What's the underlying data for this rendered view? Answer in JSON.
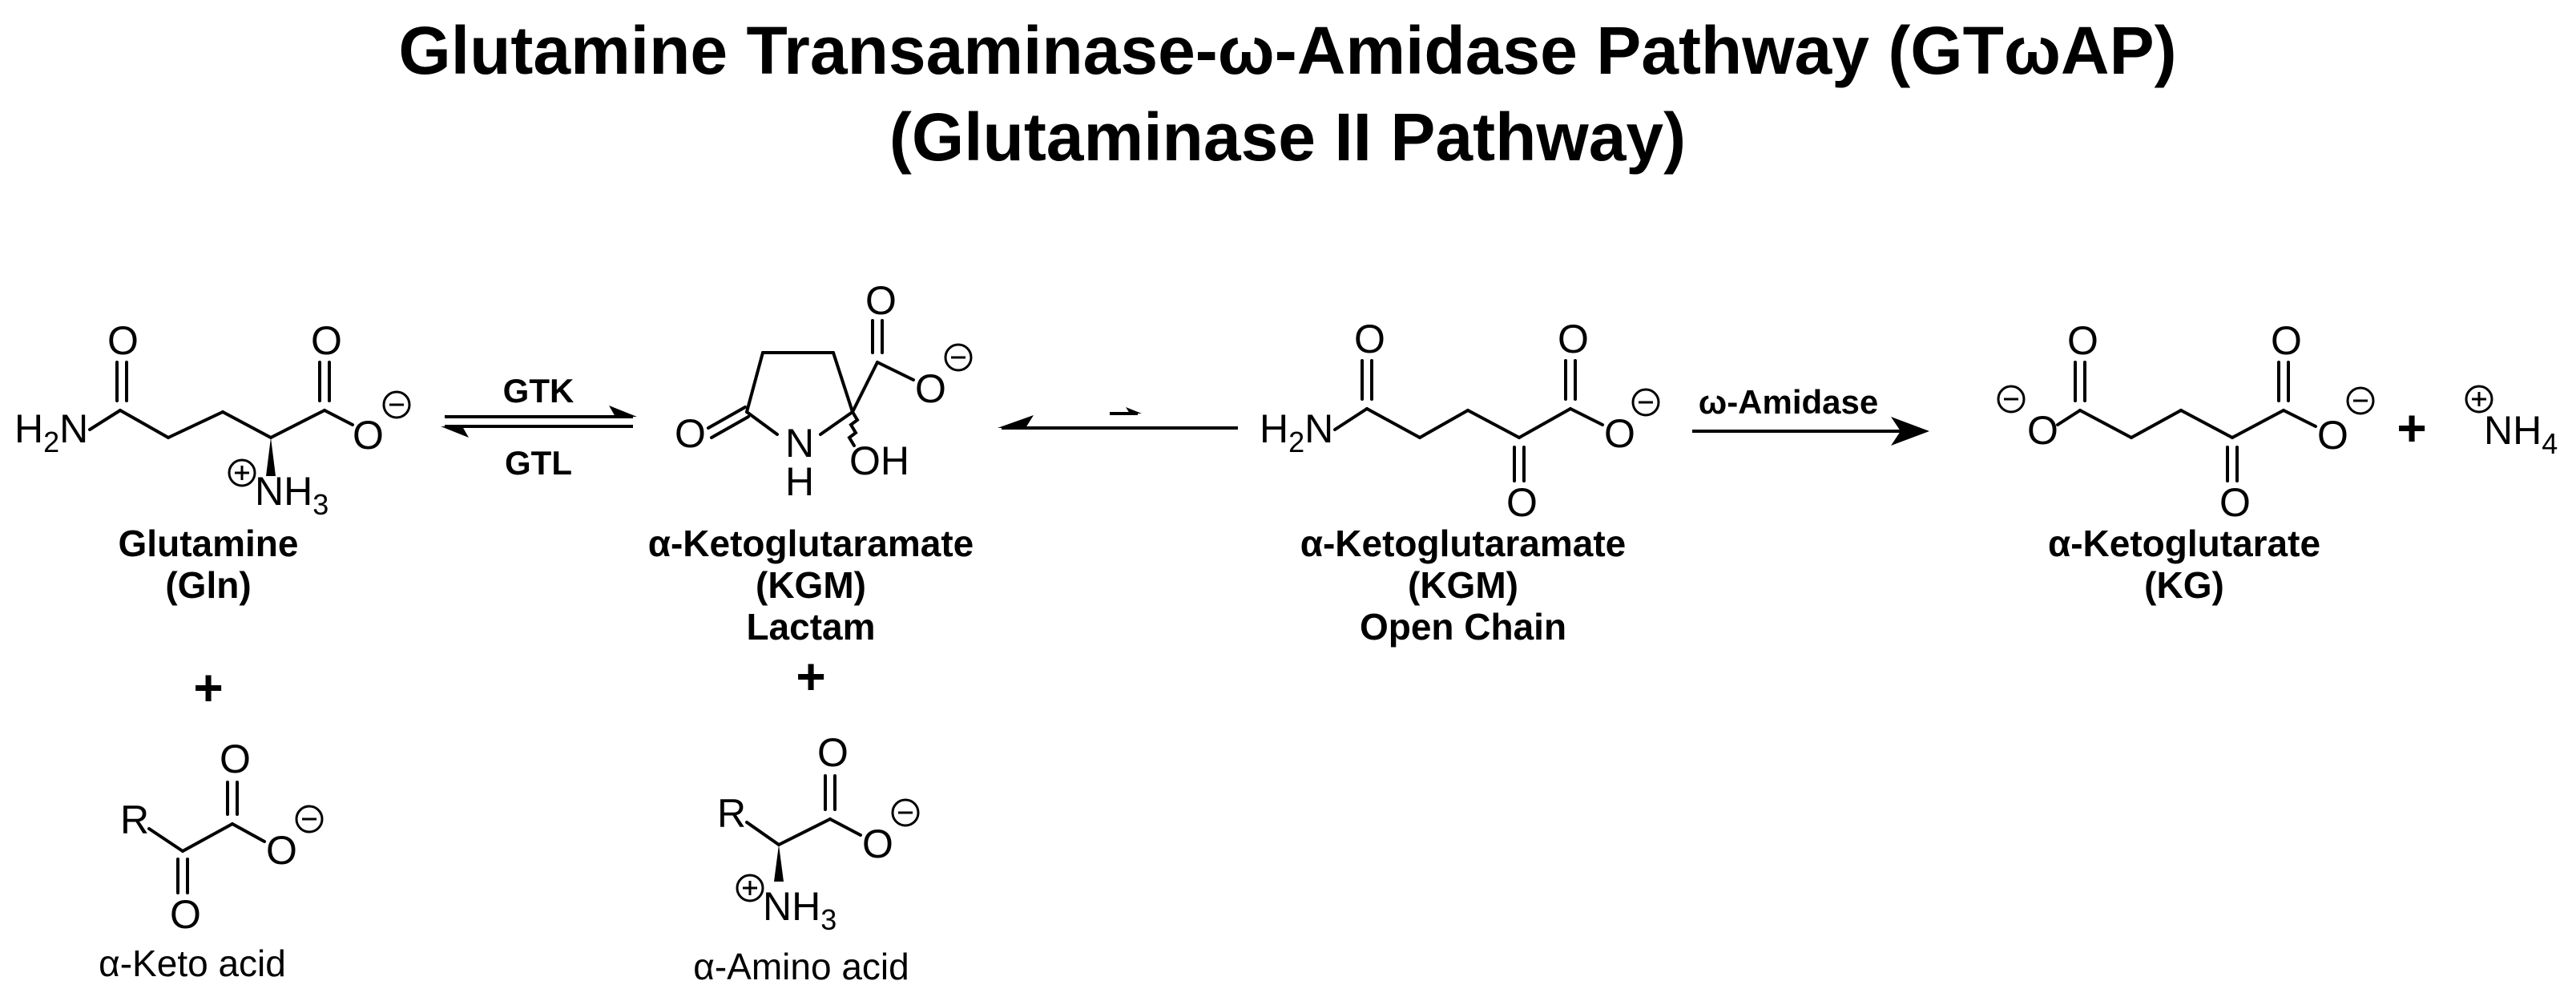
{
  "title": {
    "line1": "Glutamine Transaminase-ω-Amidase Pathway (GTωAP)",
    "line2": "(Glutaminase II Pathway)"
  },
  "enzymes": {
    "gtk": "GTK",
    "gtl": "GTL",
    "amidase": "ω-Amidase"
  },
  "compounds": {
    "glutamine": {
      "name": "Glutamine",
      "abbr": "(Gln)"
    },
    "kgm_lactam": {
      "name": "α-Ketoglutaramate",
      "abbr": "(KGM)",
      "form": "Lactam"
    },
    "kgm_open": {
      "name": "α-Ketoglutaramate",
      "abbr": "(KGM)",
      "form": "Open Chain"
    },
    "kg": {
      "name": "α-Ketoglutarate",
      "abbr": "(KG)"
    },
    "keto_acid": {
      "name": "α-Keto acid"
    },
    "amino_acid": {
      "name": "α-Amino acid"
    }
  },
  "atoms": {
    "O": "O",
    "R": "R",
    "H": "H",
    "OH": "OH",
    "NH": "N",
    "H2N": "H",
    "H2N_sub": "2",
    "H2N_N": "N",
    "NH3": "NH",
    "NH3_sub": "3",
    "NH4": "NH",
    "NH4_sub": "4"
  },
  "plus": "+"
}
